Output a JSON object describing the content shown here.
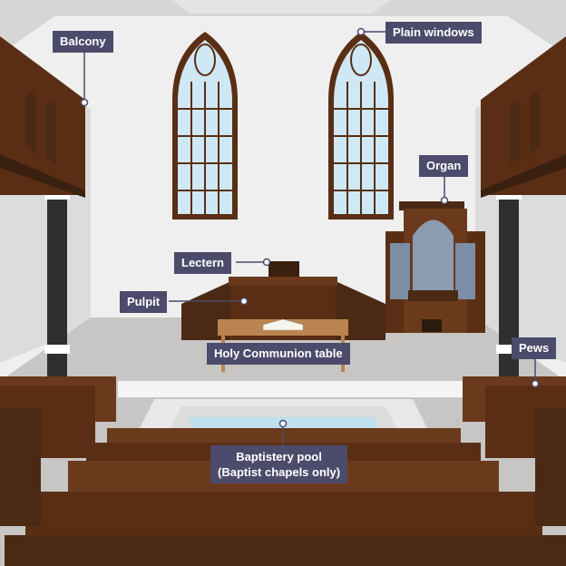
{
  "labels": {
    "balcony": "Balcony",
    "plain_windows": "Plain windows",
    "organ": "Organ",
    "lectern": "Lectern",
    "pulpit": "Pulpit",
    "communion_table": "Holy Communion table",
    "pews": "Pews",
    "baptistery_line1": "Baptistery pool",
    "baptistery_line2": "(Baptist chapels only)"
  },
  "colors": {
    "label_bg": "#4c4b6b",
    "wood_dark": "#4a2a14",
    "wood": "#6b3a1c",
    "glass": "#cfe8f5",
    "wall": "#efefef",
    "floor": "#c8c6c4"
  }
}
